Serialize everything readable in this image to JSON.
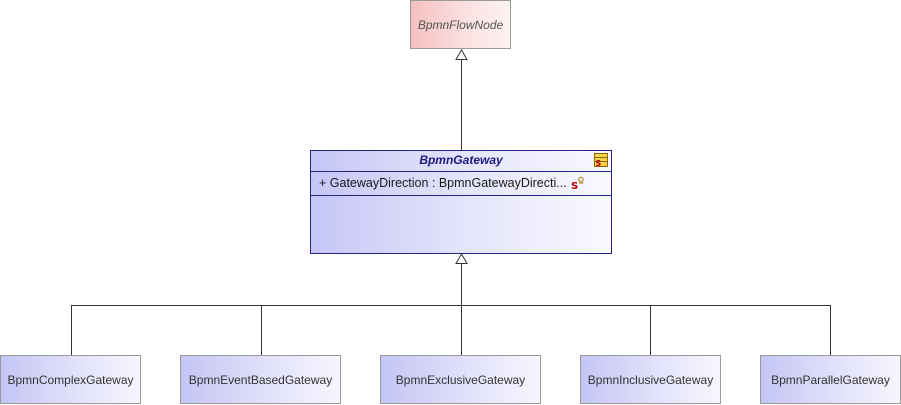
{
  "diagram": {
    "parent": {
      "name": "BpmnFlowNode"
    },
    "gateway": {
      "name": "BpmnGateway",
      "attributes": [
        "+ GatewayDirection : BpmnGatewayDirecti..."
      ]
    },
    "children": [
      {
        "name": "BpmnComplexGateway"
      },
      {
        "name": "BpmnEventBasedGateway"
      },
      {
        "name": "BpmnExclusiveGateway"
      },
      {
        "name": "BpmnInclusiveGateway"
      },
      {
        "name": "BpmnParallelGateway"
      }
    ]
  },
  "colors": {
    "parent_fill": "#f6c0c0",
    "class_fill": "#c5c5f5",
    "class_border": "#23238a",
    "line": "#333333"
  },
  "icons": {
    "class_icon": "class-icon",
    "static_attribute_icon": "static-attribute-icon"
  }
}
